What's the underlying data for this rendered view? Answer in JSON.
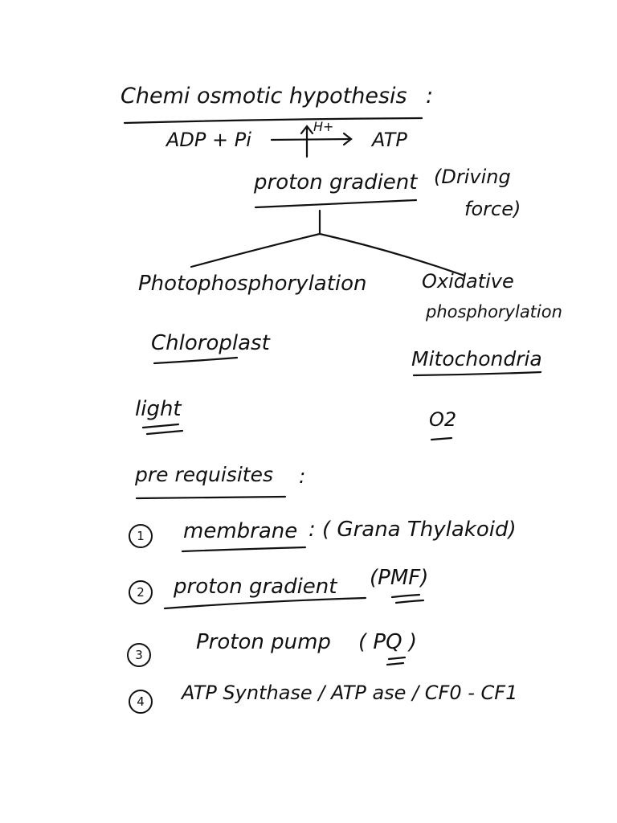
{
  "title": "Chemi osmotic hypothesis",
  "title_colon": ":",
  "reaction": {
    "left": "ADP + Pi",
    "arrow_label": "H+",
    "right": "ATP"
  },
  "gradient": {
    "label": "proton gradient",
    "note_line1": "(Driving",
    "note_line2": "force)"
  },
  "branches": {
    "left": {
      "process": "Photophosphorylation",
      "site": "Chloroplast",
      "source": "light"
    },
    "right": {
      "process_line1": "Oxidative",
      "process_line2": "phosphorylation",
      "site": "Mitochondria",
      "source": "O2"
    }
  },
  "prerequisites": {
    "heading": "pre requisites",
    "heading_colon": ":",
    "items": [
      {
        "num": "1",
        "text": "membrane",
        "detail": ": ( Grana Thylakoid)"
      },
      {
        "num": "2",
        "text": "proton gradient",
        "detail": "(PMF)"
      },
      {
        "num": "3",
        "text": "Proton pump",
        "detail": "( PQ )"
      },
      {
        "num": "4",
        "text": "ATP Synthase / ATP ase / CF0 - CF1",
        "detail": ""
      }
    ]
  }
}
